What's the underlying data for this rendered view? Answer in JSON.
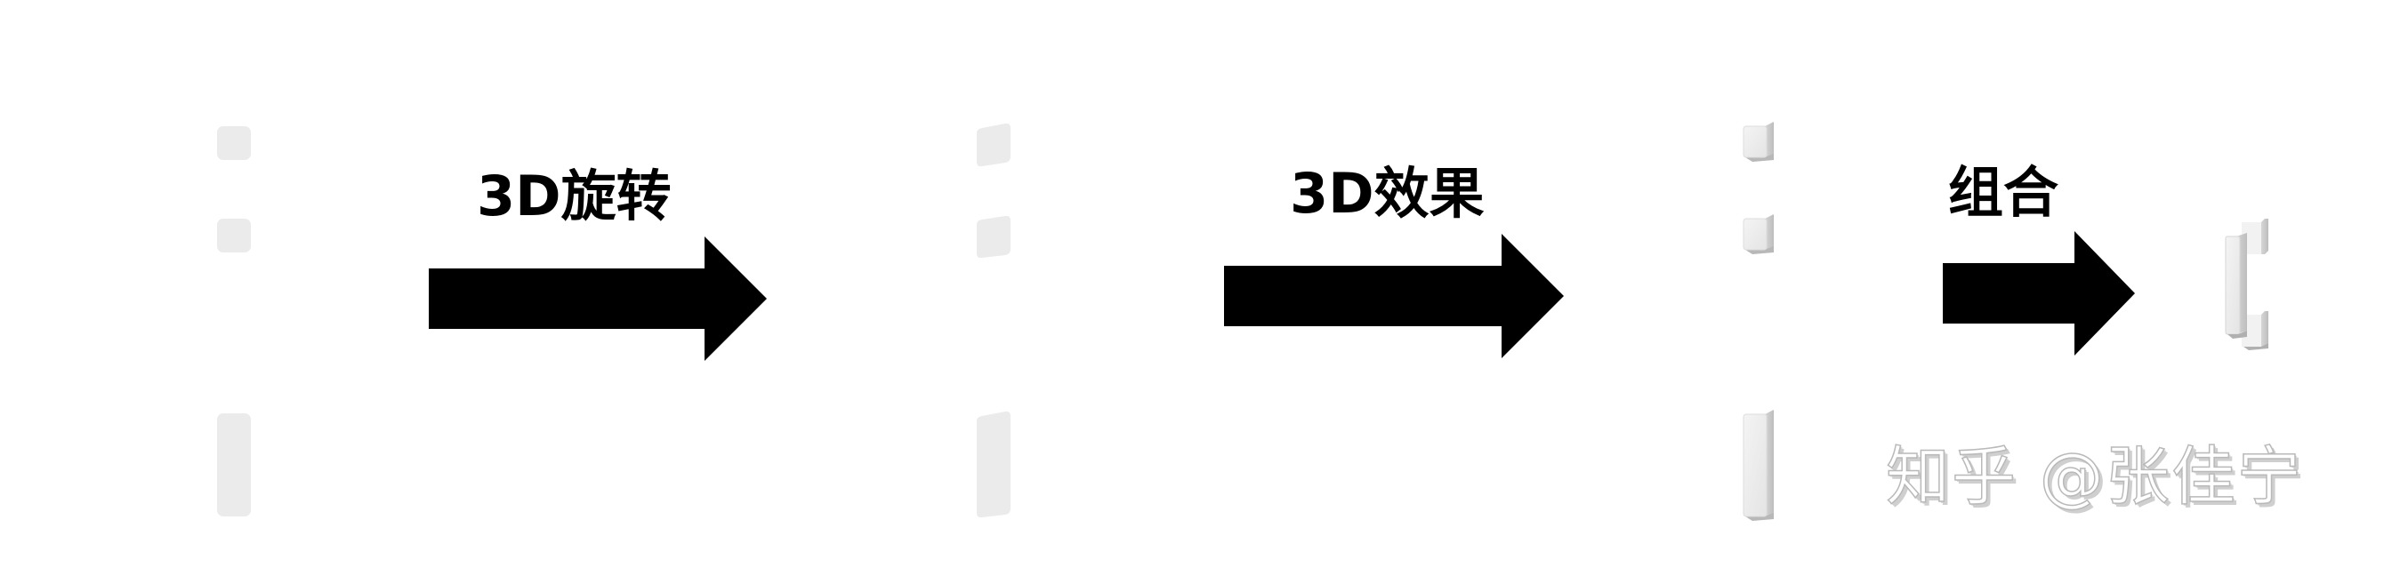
{
  "steps": [
    {
      "label": "3D旋转"
    },
    {
      "label": "3D效果"
    },
    {
      "label": "组合"
    }
  ],
  "watermark": {
    "text": "知乎 @张佳宁"
  },
  "colors": {
    "shape_fill": "#ebebeb",
    "shape_side": "#c9c9c9",
    "arrow": "#000000",
    "background": "#ffffff"
  }
}
